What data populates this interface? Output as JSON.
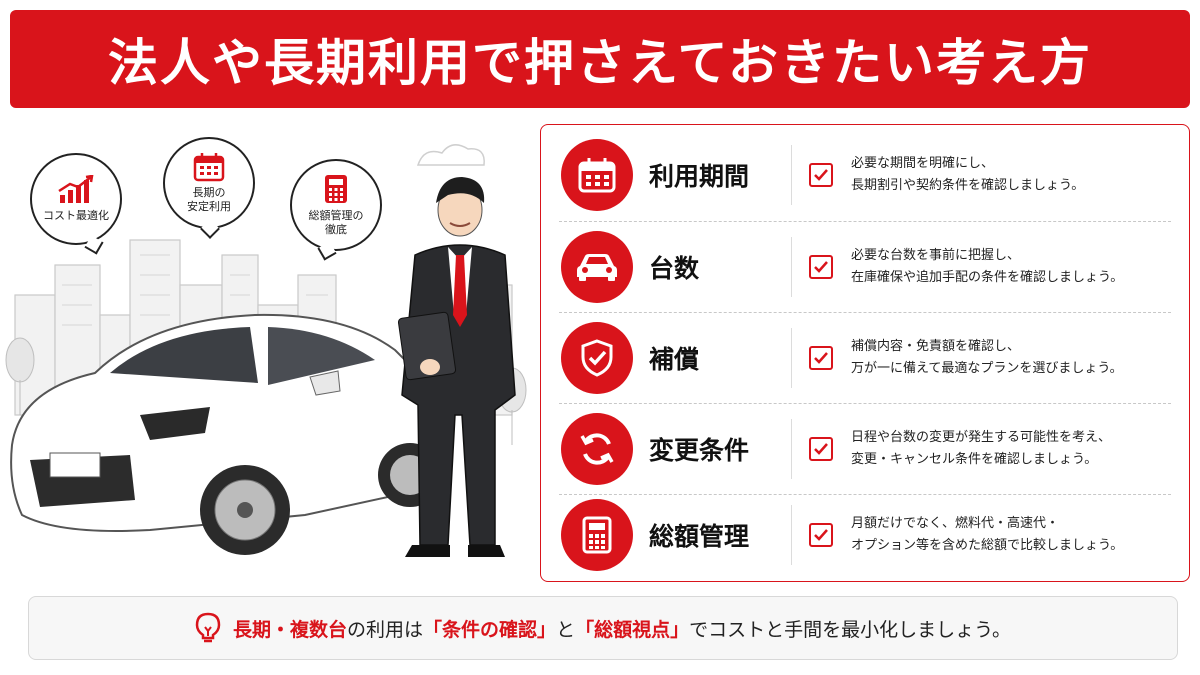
{
  "header": {
    "title": "法人や長期利用で押さえておきたい考え方"
  },
  "bubbles": [
    {
      "label": "コスト最適化",
      "icon": "rising-chart-icon"
    },
    {
      "label_line1": "長期の",
      "label_line2": "安定利用",
      "icon": "calendar-icon"
    },
    {
      "label_line1": "総額管理の",
      "label_line2": "徹底",
      "icon": "calculator-icon"
    }
  ],
  "items": [
    {
      "title": "利用期間",
      "icon": "calendar-icon",
      "line1": "必要な期間を明確にし、",
      "line2": "長期割引や契約条件を確認しましょう。"
    },
    {
      "title": "台数",
      "icon": "car-icon",
      "line1": "必要な台数を事前に把握し、",
      "line2": "在庫確保や追加手配の条件を確認しましょう。"
    },
    {
      "title": "補償",
      "icon": "shield-check-icon",
      "line1": "補償内容・免責額を確認し、",
      "line2": "万が一に備えて最適なプランを選びましょう。"
    },
    {
      "title": "変更条件",
      "icon": "refresh-icon",
      "line1": "日程や台数の変更が発生する可能性を考え、",
      "line2": "変更・キャンセル条件を確認しましょう。"
    },
    {
      "title": "総額管理",
      "icon": "calculator-icon",
      "line1": "月額だけでなく、燃料代・高速代・",
      "line2": "オプション等を含めた総額で比較しましょう。"
    }
  ],
  "footer": {
    "icon": "lightbulb-icon",
    "hl1": "長期・複数台",
    "t1": "の利用は",
    "hl2": "「条件の確認」",
    "t2": "と",
    "hl3": "「総額視点」",
    "t3": "でコストと手間を最小化しましょう。"
  },
  "colors": {
    "accent": "#d9141b",
    "text": "#1a1a1a"
  }
}
